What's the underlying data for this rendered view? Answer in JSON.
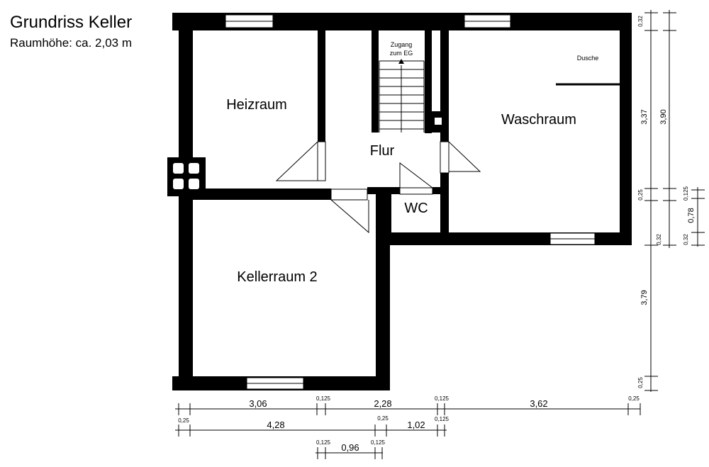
{
  "title": "Grundriss Keller",
  "subtitle": "Raumhöhe: ca. 2,03 m",
  "rooms": {
    "heizraum": "Heizraum",
    "waschraum": "Waschraum",
    "flur": "Flur",
    "wc": "WC",
    "kellerraum2": "Kellerraum 2"
  },
  "labels": {
    "zugang1": "Zugang",
    "zugang2": "zum EG",
    "dusche": "Dusche"
  },
  "dims_bottom": {
    "row1": [
      "3,06",
      "0,125",
      "2,28",
      "0,125",
      "3,62",
      "0,25"
    ],
    "row2": [
      "0,25",
      "4,28",
      "0,25",
      "1,02",
      "0,125"
    ],
    "row3": [
      "0,125",
      "0,96",
      "0,125"
    ]
  },
  "dims_right": {
    "col1": [
      "0,32",
      "3,37",
      "0,25",
      "0,32",
      "3,79",
      "0,25"
    ],
    "col2": [
      "3,90"
    ],
    "col3": [
      "0,125",
      "0,78",
      "0,32"
    ]
  }
}
